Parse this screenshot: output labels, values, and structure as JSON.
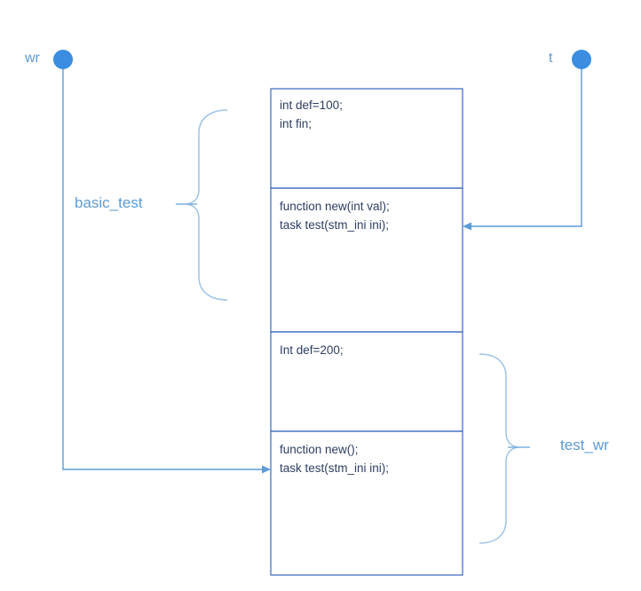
{
  "references": {
    "wr": "wr",
    "t": "t"
  },
  "blocks": {
    "block1": [
      "int def=100;",
      "int fin;"
    ],
    "block2": [
      "function new(int val);",
      "task test(stm_ini ini);"
    ],
    "block3": [
      "Int def=200;"
    ],
    "block4": [
      "function new();",
      "task test(stm_ini ini);"
    ]
  },
  "groups": {
    "basic_test": "basic_test",
    "test_wr": "test_wr"
  },
  "colors": {
    "box_border": "#4472c4",
    "line": "#5b9bd5",
    "dot": "#3a8de0",
    "brace": "#9dc3e6",
    "text": "#2c3e62",
    "label": "#5b9bd5"
  }
}
